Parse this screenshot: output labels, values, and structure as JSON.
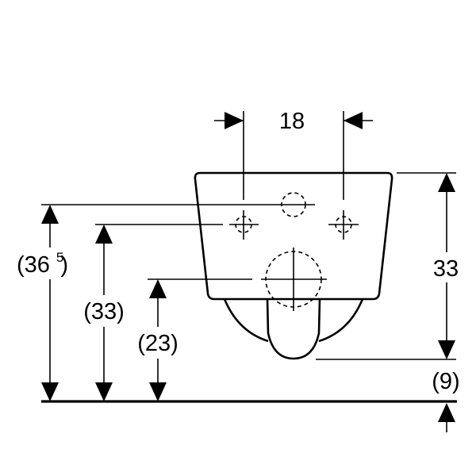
{
  "dimensions": {
    "hole_spacing": "18",
    "height_top": "33",
    "floor_gap": "(9)",
    "height_36_5_main": "(36",
    "height_36_5_sup": "5",
    "height_36_5_close": ")",
    "height_33": "(33)",
    "height_23": "(23)"
  }
}
